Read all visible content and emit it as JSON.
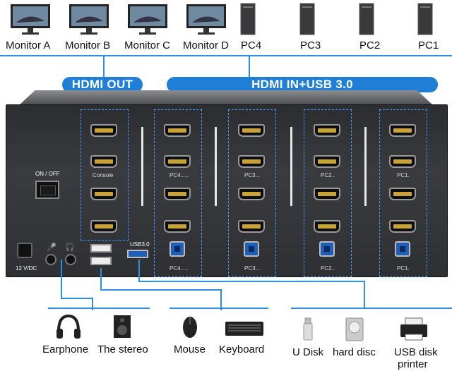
{
  "monitors": [
    "Monitor A",
    "Monitor B",
    "Monitor C",
    "Monitor D"
  ],
  "pcs": [
    "PC4",
    "PC3",
    "PC2",
    "PC1"
  ],
  "banners": {
    "out": "HDMI OUT",
    "in": "HDMI IN+USB 3.0"
  },
  "panel": {
    "onoff": "ON / OFF",
    "power": "12 V/DC",
    "usb3": "USB3.0",
    "console": "Console",
    "pc_hdmi": [
      "PC4.....",
      "PC3...",
      "PC2..",
      "PC1."
    ],
    "pc_usb": [
      "PC4.....",
      "PC3...",
      "PC2..",
      "PC1."
    ]
  },
  "peripherals": {
    "earphone": "Earphone",
    "stereo": "The stereo",
    "mouse": "Mouse",
    "keyboard": "Keyboard",
    "udisk": "U Disk",
    "harddisc": "hard disc",
    "printer_line1": "USB disk",
    "printer_line2": "printer"
  },
  "colors": {
    "accent": "#1f7fd6",
    "device": "#2f3034",
    "port_gold": "#c9a23a",
    "usb_blue": "#1f5fb8"
  }
}
